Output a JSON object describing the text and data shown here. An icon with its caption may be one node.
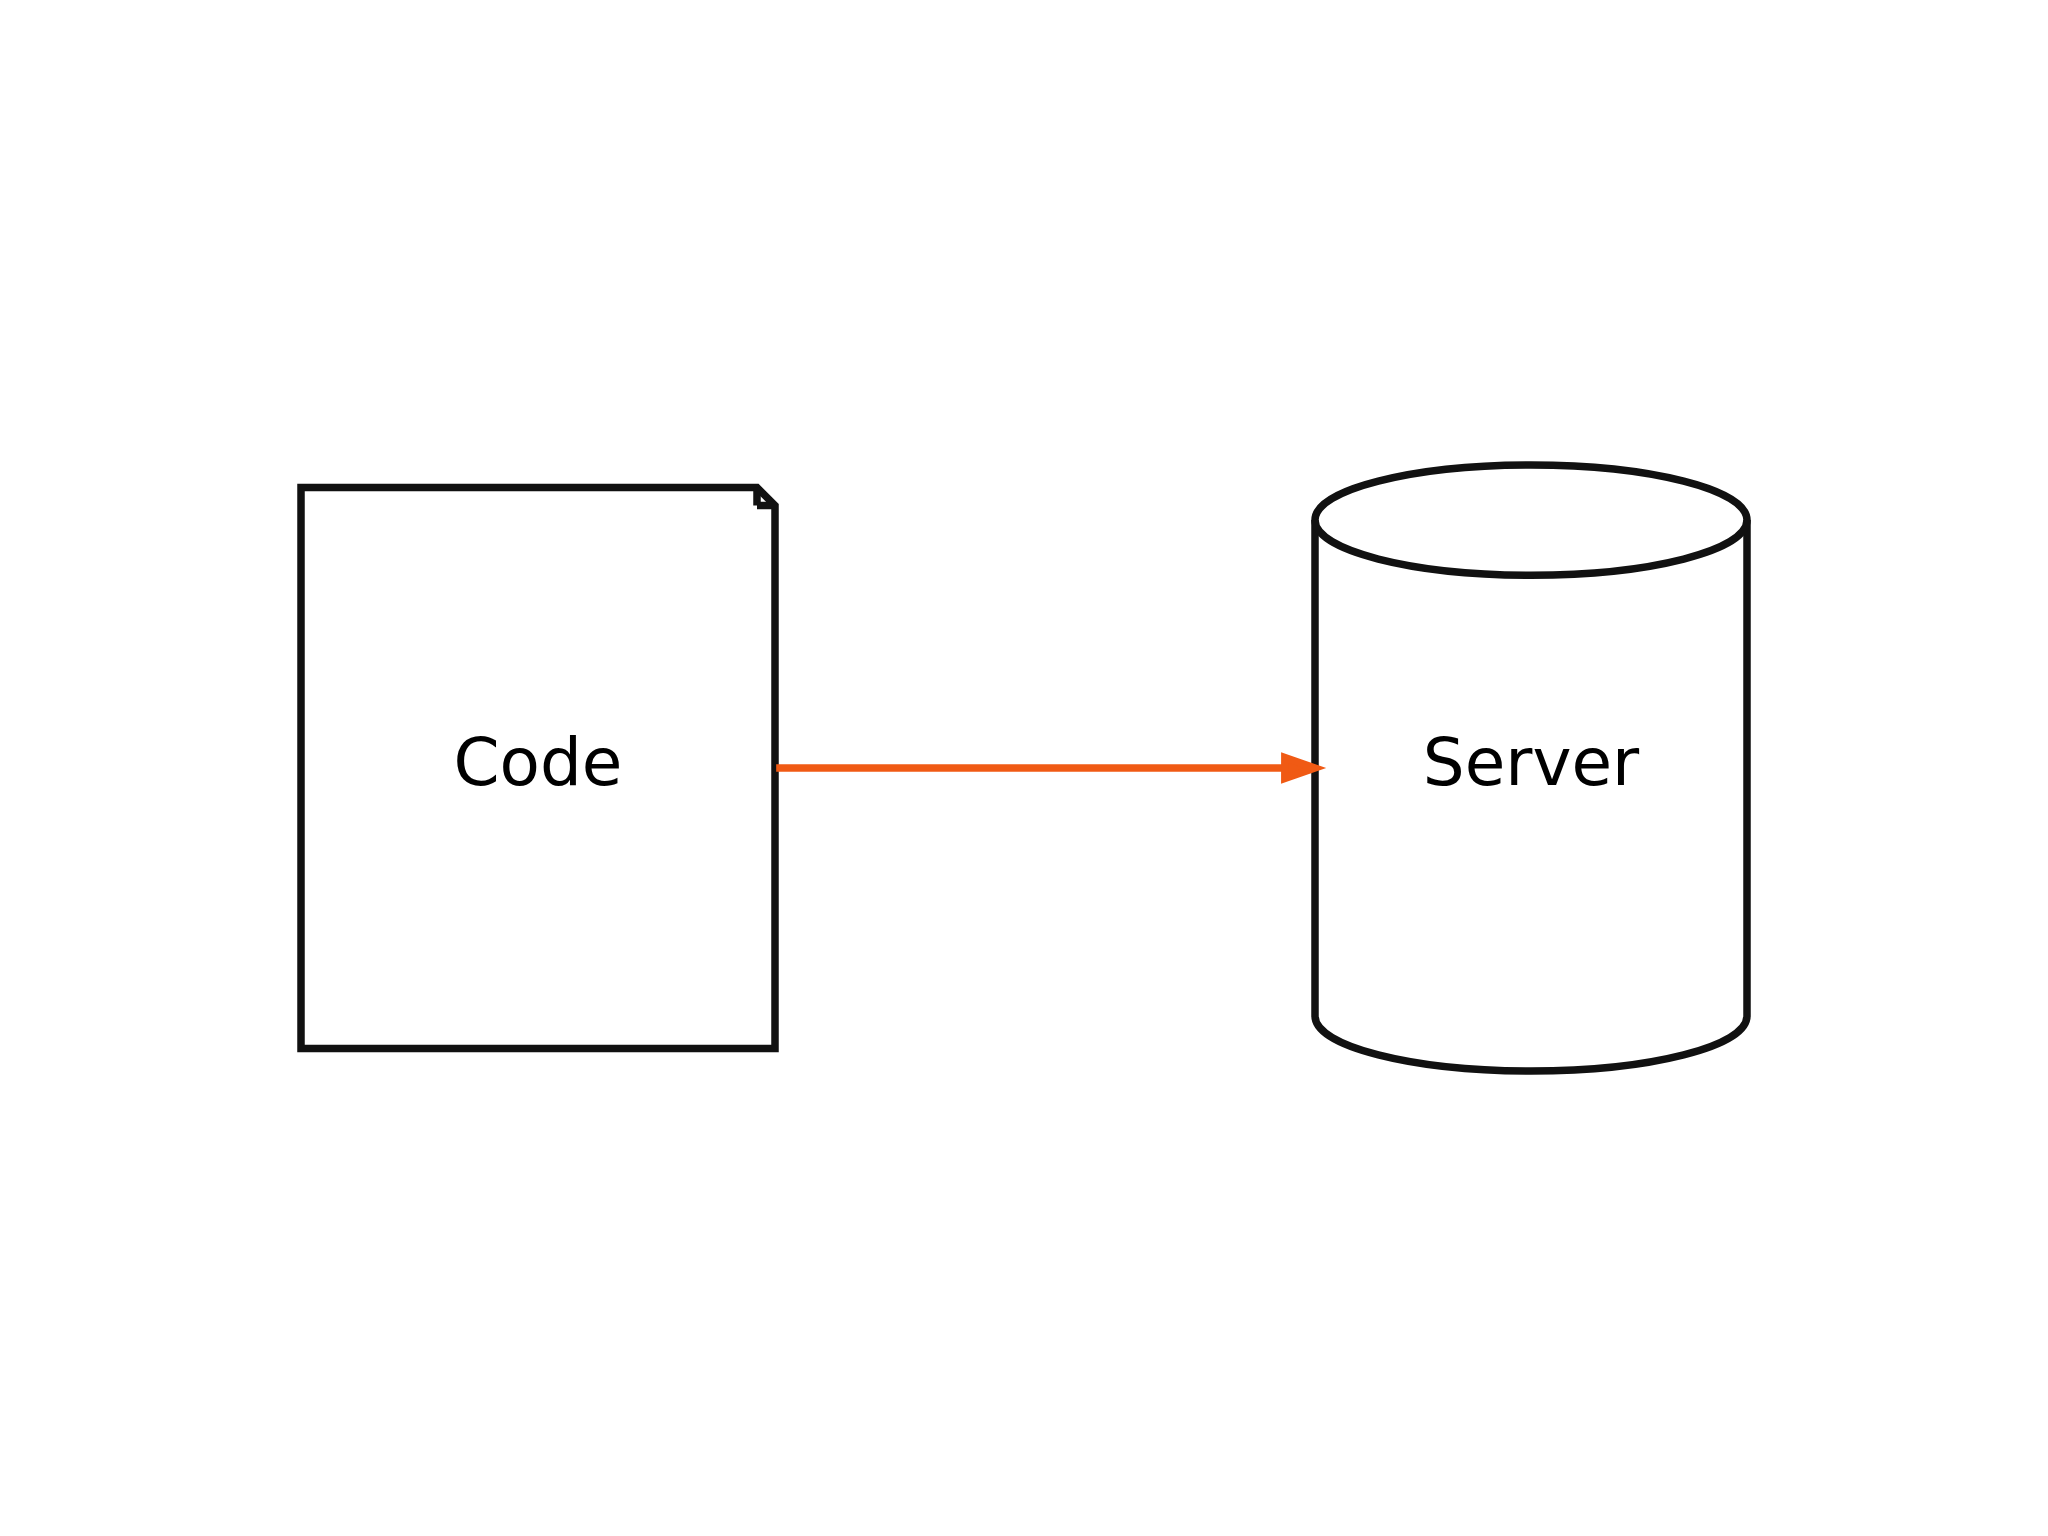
{
  "diagram": {
    "nodes": [
      {
        "text": [
          "Code"
        ]
      },
      {
        "text": [
          "Server"
        ]
      }
    ],
    "edges": [
      {
        "from": 0,
        "to": 1,
        "arrow": "to",
        "color": "#f05a14"
      }
    ]
  }
}
